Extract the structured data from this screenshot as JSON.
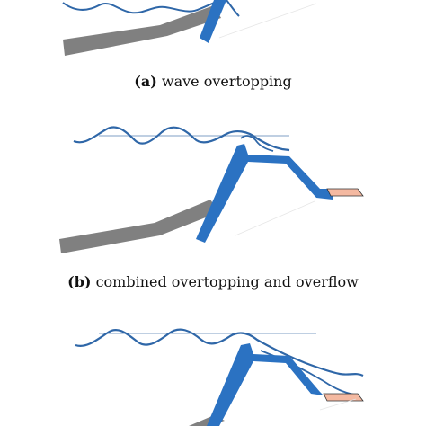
{
  "figure": {
    "panels": [
      {
        "id": "a",
        "label": "(a)",
        "caption": "wave overtopping"
      },
      {
        "id": "b",
        "label": "(b)",
        "caption": "combined overtopping and overflow"
      },
      {
        "id": "c",
        "label": "",
        "caption": ""
      }
    ]
  },
  "colors": {
    "water": "#2f67a8",
    "still_water_line": "#7f9fc6",
    "dike": "#2b72c2",
    "foreshore": "#808080",
    "protected_area": "#f4b9a1",
    "background": "#ffffff",
    "text": "#111111"
  }
}
